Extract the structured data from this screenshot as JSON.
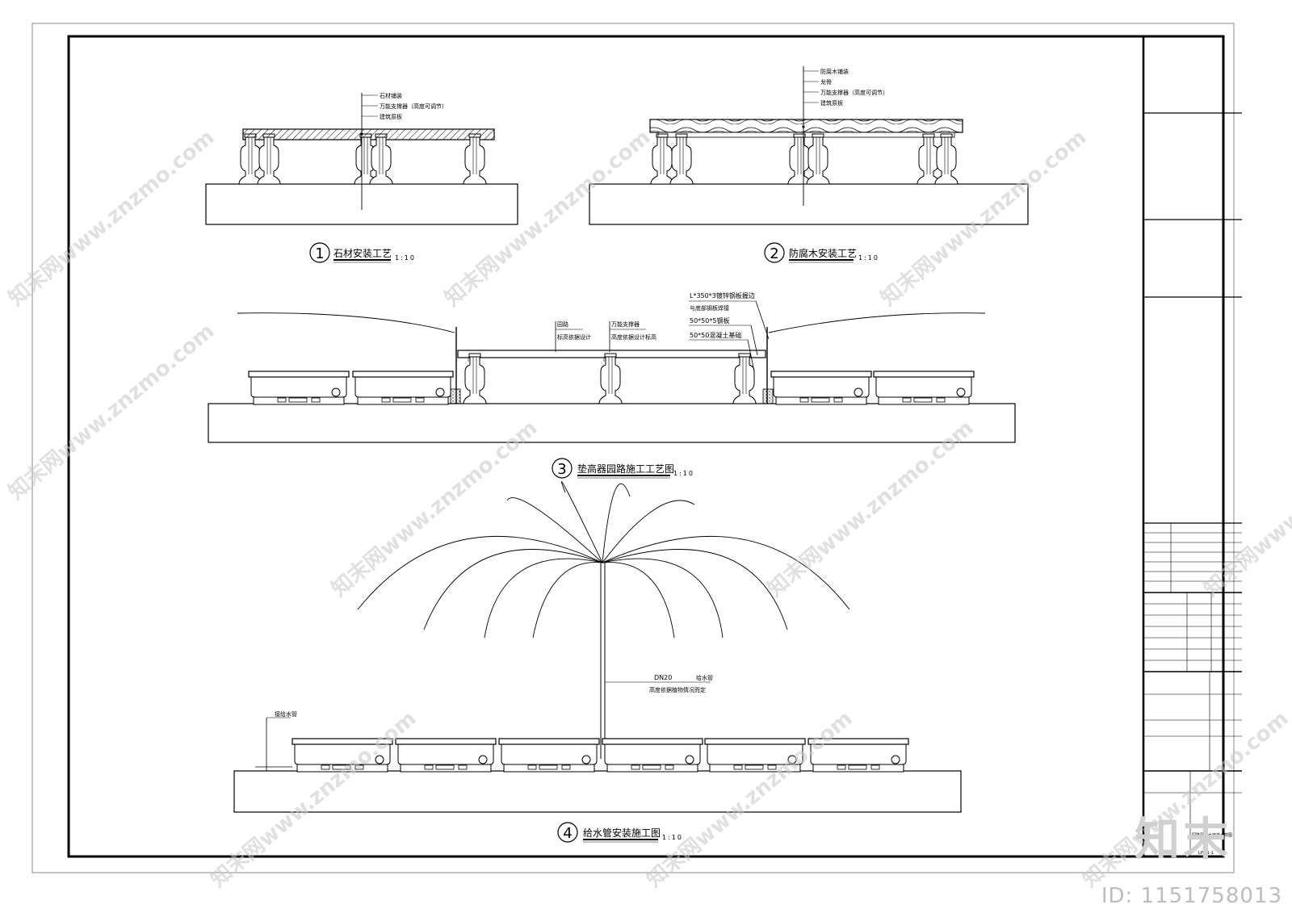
{
  "watermark": {
    "text": "知末网www.znzmo.com",
    "brand": "知末",
    "id_text": "ID: 1151758013"
  },
  "details": [
    {
      "number": "1",
      "title": "石材安装工艺",
      "scale": "1:10",
      "callouts": [
        "石材铺装",
        "万能支撑器（高度可调节）",
        "建筑原板"
      ]
    },
    {
      "number": "2",
      "title": "防腐木安装工艺",
      "scale": "1:10",
      "callouts": [
        "防腐木铺装",
        "龙骨",
        "万能支撑器（高度可调节）",
        "建筑原板"
      ]
    },
    {
      "number": "3",
      "title": "垫高器园路施工工艺图",
      "scale": "1:10",
      "callouts": {
        "path": "园路",
        "path_note": "标高依据设计",
        "support": "万能支撑器",
        "support_note": "高度依据设计标高",
        "angle": "L*350*3镀锌钢板握边",
        "angle_note": "与底部钢板焊接",
        "plate": "50*50*5钢板",
        "base": "50*50混凝土基础"
      }
    },
    {
      "number": "4",
      "title": "给水管安装施工图",
      "scale": "1:10",
      "callouts": {
        "pipe_size": "DN20",
        "pipe_name": "给水管",
        "pipe_note": "高度依据植物情况而定",
        "connection": "接给水管"
      }
    }
  ],
  "title_block": {
    "drawing_name": "园路及给水安装大样图",
    "drawing_no": "LP-01-1"
  }
}
